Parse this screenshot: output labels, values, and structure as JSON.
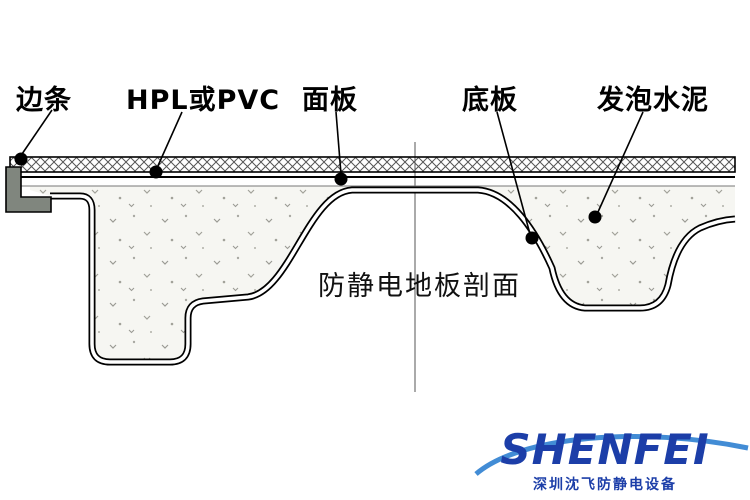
{
  "labels": {
    "edge_strip": "边条",
    "hpl_or_pvc": "HPL或PVC",
    "face_panel": "面板",
    "bottom_plate": "底板",
    "foamed_cement": "发泡水泥"
  },
  "diagram": {
    "section_title": "防静电地板剖面"
  },
  "branding": {
    "logo_text": "SHENFEI",
    "company_name": "深圳沈飞防静电设备",
    "logo_color": "#1c3ea8",
    "swoosh_color": "#2e7fd0"
  },
  "colors": {
    "line": "#000000",
    "trim_gray": "#80867e",
    "cement_fill": "#f6f6f2",
    "hatch_line": "#555555"
  }
}
